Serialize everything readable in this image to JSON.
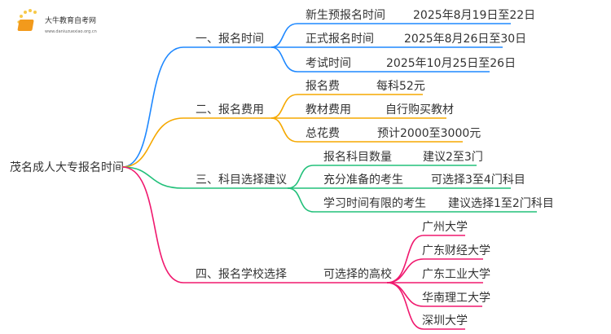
{
  "logo": {
    "name": "大牛教育自考网",
    "url": "www.daniuzuexiao.org.cn"
  },
  "root": "茂名成人大专报名时间",
  "colors": {
    "b1": "#1e88ff",
    "b2": "#f5a800",
    "b3": "#22c07a",
    "b4": "#f0186e"
  },
  "branches": [
    {
      "label": "一、报名时间",
      "children": [
        {
          "label": "新生预报名时间",
          "value": "2025年8月19日至22日"
        },
        {
          "label": "正式报名时间",
          "value": "2025年8月26日至30日"
        },
        {
          "label": "考试时间",
          "value": "2025年10月25日至26日"
        }
      ]
    },
    {
      "label": "二、报名费用",
      "children": [
        {
          "label": "报名费",
          "value": "每科52元"
        },
        {
          "label": "教材费用",
          "value": "自行购买教材"
        },
        {
          "label": "总花费",
          "value": "预计2000至3000元"
        }
      ]
    },
    {
      "label": "三、科目选择建议",
      "children": [
        {
          "label": "报名科目数量",
          "value": "建议2至3门"
        },
        {
          "label": "充分准备的考生",
          "value": "可选择3至4门科目"
        },
        {
          "label": "学习时间有限的考生",
          "value": "建议选择1至2门科目"
        }
      ]
    },
    {
      "label": "四、报名学校选择",
      "sub": "可选择的高校",
      "children": [
        {
          "label": "广州大学"
        },
        {
          "label": "广东财经大学"
        },
        {
          "label": "广东工业大学"
        },
        {
          "label": "华南理工大学"
        },
        {
          "label": "深圳大学"
        }
      ]
    }
  ]
}
